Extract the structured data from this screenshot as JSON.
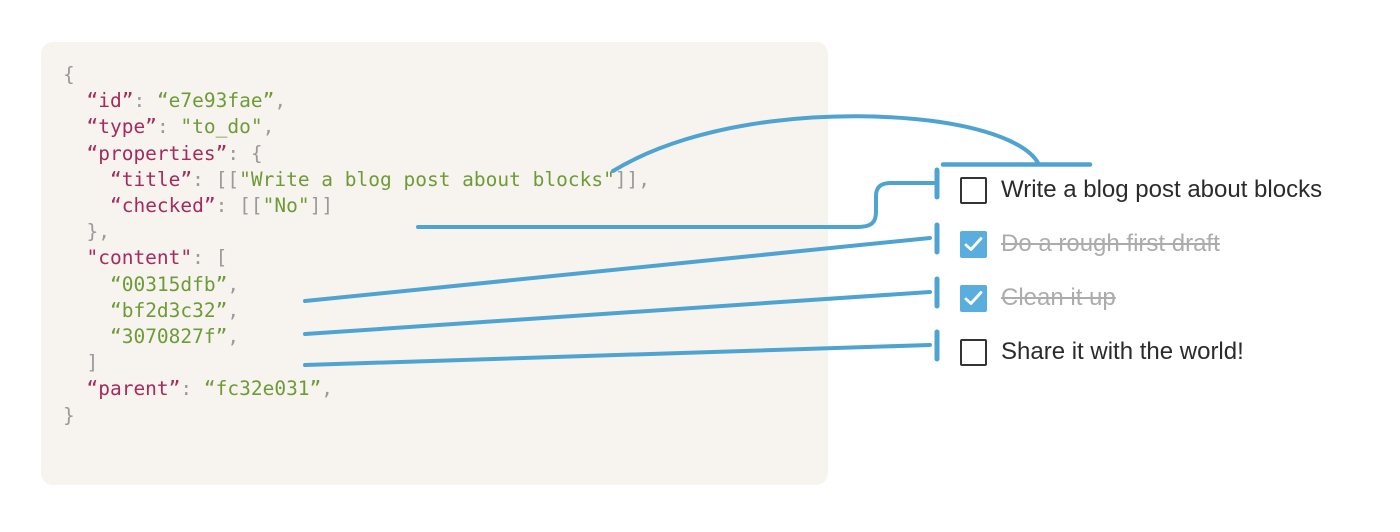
{
  "panel": {
    "background_color": "#f7f4ef",
    "code_lines": [
      [
        {
          "t": "{",
          "c": "p"
        }
      ],
      [
        {
          "t": "  ",
          "c": "p"
        },
        {
          "t": "“id”",
          "c": "k"
        },
        {
          "t": ": ",
          "c": "p"
        },
        {
          "t": "“e7e93fae”",
          "c": "s"
        },
        {
          "t": ",",
          "c": "p"
        }
      ],
      [
        {
          "t": "  ",
          "c": "p"
        },
        {
          "t": "“type”",
          "c": "k"
        },
        {
          "t": ": ",
          "c": "p"
        },
        {
          "t": "\"to_do\"",
          "c": "s"
        },
        {
          "t": ",",
          "c": "p"
        }
      ],
      [
        {
          "t": "  ",
          "c": "p"
        },
        {
          "t": "“properties”",
          "c": "k"
        },
        {
          "t": ": {",
          "c": "p"
        }
      ],
      [
        {
          "t": "    ",
          "c": "p"
        },
        {
          "t": "“title”",
          "c": "k"
        },
        {
          "t": ": [[",
          "c": "p"
        },
        {
          "t": "\"Write a blog post about blocks\"",
          "c": "s"
        },
        {
          "t": "]],",
          "c": "p"
        }
      ],
      [
        {
          "t": "    ",
          "c": "p"
        },
        {
          "t": "“checked”",
          "c": "k"
        },
        {
          "t": ": [[",
          "c": "p"
        },
        {
          "t": "\"No\"",
          "c": "s"
        },
        {
          "t": "]]",
          "c": "p"
        }
      ],
      [
        {
          "t": "  },",
          "c": "p"
        }
      ],
      [
        {
          "t": "  ",
          "c": "p"
        },
        {
          "t": "\"content\"",
          "c": "k"
        },
        {
          "t": ": [",
          "c": "p"
        }
      ],
      [
        {
          "t": "    ",
          "c": "p"
        },
        {
          "t": "“00315dfb”",
          "c": "s"
        },
        {
          "t": ",",
          "c": "p"
        }
      ],
      [
        {
          "t": "    ",
          "c": "p"
        },
        {
          "t": "“bf2d3c32”",
          "c": "s"
        },
        {
          "t": ",",
          "c": "p"
        }
      ],
      [
        {
          "t": "    ",
          "c": "p"
        },
        {
          "t": "“3070827f”",
          "c": "s"
        },
        {
          "t": ",",
          "c": "p"
        }
      ],
      [
        {
          "t": "  ]",
          "c": "p"
        }
      ],
      [
        {
          "t": "  ",
          "c": "p"
        },
        {
          "t": "“parent”",
          "c": "k"
        },
        {
          "t": ": ",
          "c": "p"
        },
        {
          "t": "“fc32e031”",
          "c": "s"
        },
        {
          "t": ",",
          "c": "p"
        }
      ],
      [
        {
          "t": "}",
          "c": "p"
        }
      ]
    ],
    "colors": {
      "key": "#a62a5e",
      "string": "#6e9b37",
      "punctuation": "#9a9a9a"
    }
  },
  "todo_list": {
    "accent_color": "#5aaedd",
    "items": [
      {
        "label": "Write a blog post about blocks",
        "checked": false
      },
      {
        "label": "Do a rough first draft",
        "checked": true
      },
      {
        "label": "Clean it up",
        "checked": true
      },
      {
        "label": "Share it with the world!",
        "checked": false
      }
    ]
  },
  "connectors": {
    "color": "#4fa3d1",
    "stroke_width": 4
  }
}
